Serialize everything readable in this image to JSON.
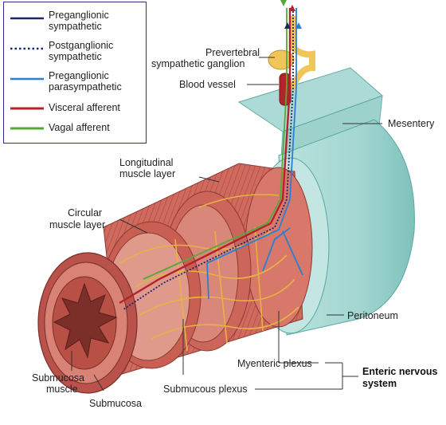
{
  "legend": {
    "items": [
      {
        "label": "Preganglionic\nsympathetic",
        "color": "#1f2470",
        "style": "solid"
      },
      {
        "label": "Postganglionic\nsympathetic",
        "color": "#1f2470",
        "style": "dotted"
      },
      {
        "label": "Preganglionic\nparasympathetic",
        "color": "#2b7fd1",
        "style": "solid"
      },
      {
        "label": "Visceral afferent",
        "color": "#b3232a",
        "style": "solid"
      },
      {
        "label": "Vagal afferent",
        "color": "#57a83b",
        "style": "solid"
      }
    ]
  },
  "labels": {
    "prevertebral_1": "Prevertebral",
    "prevertebral_2": "sympathetic ganglion",
    "blood_vessel": "Blood vessel",
    "mesentery": "Mesentery",
    "longitudinal_1": "Longitudinal",
    "longitudinal_2": "muscle layer",
    "circular_1": "Circular",
    "circular_2": "muscle layer",
    "peritoneum": "Peritoneum",
    "myenteric": "Myenteric plexus",
    "submucous_plexus": "Submucous plexus",
    "enteric_1": "Enteric nervous",
    "enteric_2": "system",
    "submucosa_muscle_1": "Submucosa",
    "submucosa_muscle_2": "muscle",
    "submucosa": "Submucosa"
  },
  "colors": {
    "muscle": "#c9645a",
    "muscle_dark": "#a8453e",
    "muscle_light": "#e39a8c",
    "mucosa": "#8e3a33",
    "peritoneum": "#9fd3cf",
    "peritoneum_dark": "#6fb6b0",
    "nerve_plexus": "#e9b64a",
    "ganglion": "#f0c65a"
  }
}
